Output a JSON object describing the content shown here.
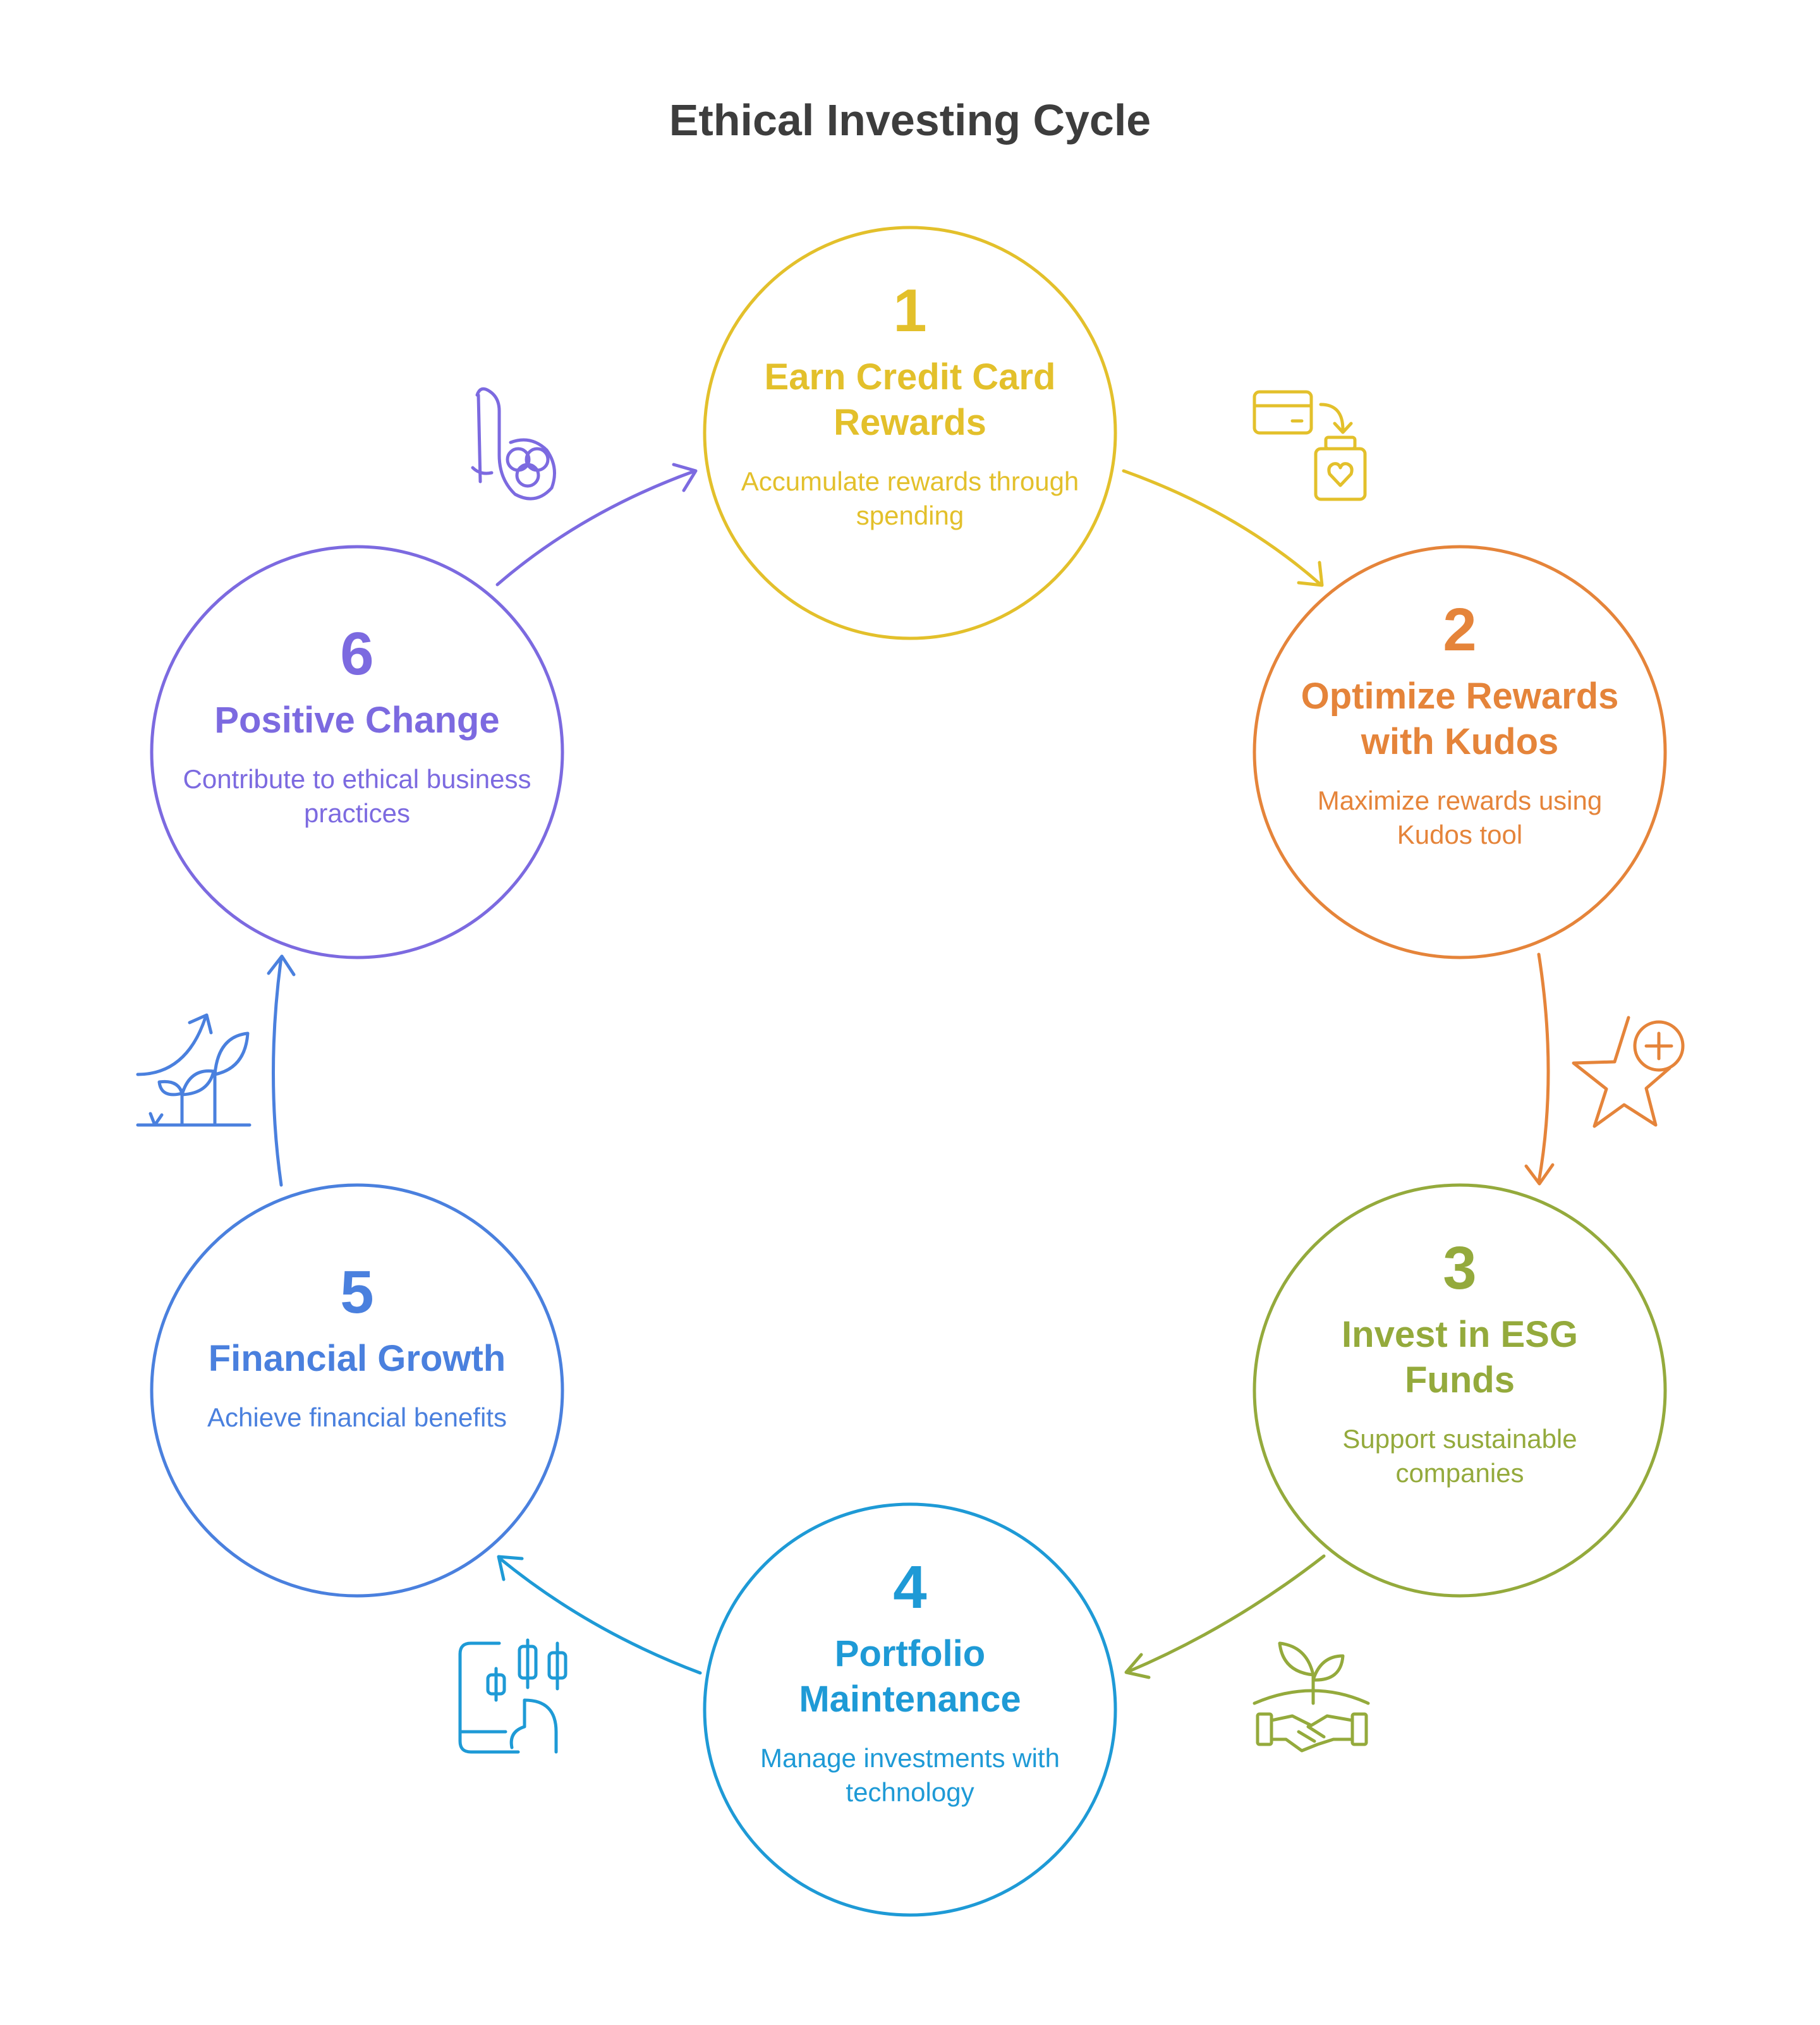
{
  "title": "Ethical Investing Cycle",
  "steps": [
    {
      "number": "1",
      "title": "Earn Credit Card Rewards",
      "description": "Accumulate rewards through spending",
      "color": "#e3c02b",
      "icon": "credit-card-to-heart-jar-icon"
    },
    {
      "number": "2",
      "title": "Optimize Rewards with Kudos",
      "description": "Maximize rewards using Kudos tool",
      "color": "#e5843a",
      "icon": "star-plus-icon"
    },
    {
      "number": "3",
      "title": "Invest in ESG Funds",
      "description": "Support sustainable companies",
      "color": "#94aa3c",
      "icon": "sprout-handshake-icon"
    },
    {
      "number": "4",
      "title": "Portfolio Maintenance",
      "description": "Manage investments with technology",
      "color": "#1e9ad6",
      "icon": "tablet-candlestick-chart-icon"
    },
    {
      "number": "5",
      "title": "Financial Growth",
      "description": "Achieve financial benefits",
      "color": "#4a80de",
      "icon": "growing-plants-arrow-icon"
    },
    {
      "number": "6",
      "title": "Positive Change",
      "description": "Contribute to ethical business practices",
      "color": "#7c6ae0",
      "icon": "b-logo-icon"
    }
  ]
}
